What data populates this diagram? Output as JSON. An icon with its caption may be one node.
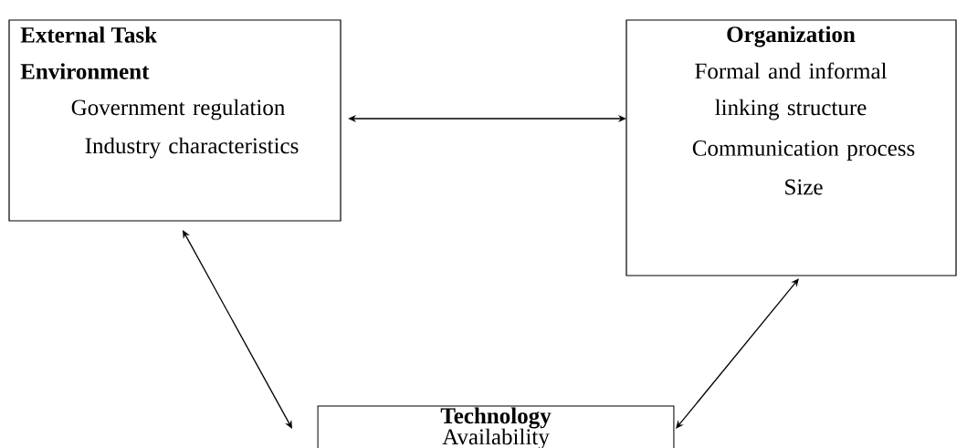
{
  "diagram": {
    "nodes": [
      {
        "text": [
          "External Task Environment",
          "Government regulation",
          "Industry characteristics"
        ]
      },
      {
        "text": [
          "Organization",
          "Formal and informal linking structure",
          "Communication process",
          "Size"
        ]
      },
      {
        "text": [
          "Technology",
          "Availability"
        ]
      }
    ],
    "edges": [
      {
        "from": 0,
        "to": 1,
        "arrow": "both"
      },
      {
        "from": 0,
        "to": 2,
        "arrow": "both"
      },
      {
        "from": 1,
        "to": 2,
        "arrow": "both"
      }
    ]
  }
}
